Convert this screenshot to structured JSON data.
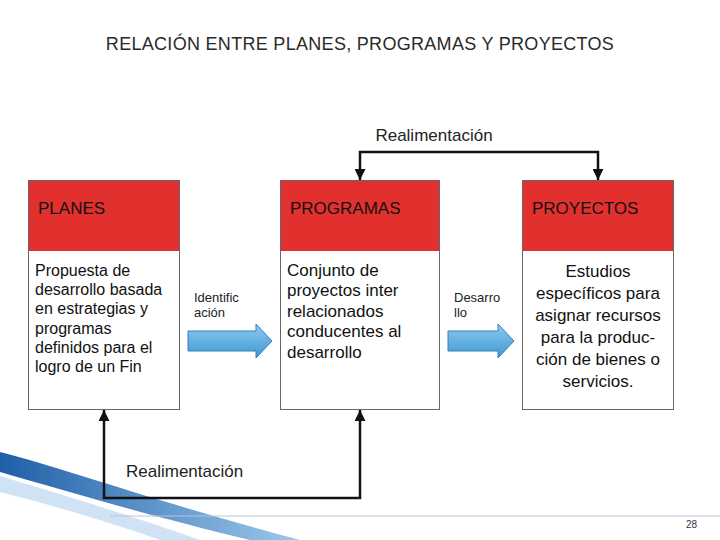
{
  "diagram": {
    "title": "RELACIÓN ENTRE PLANES, PROGRAMAS Y PROYECTOS",
    "nodes": [
      {
        "text": [
          "PLANES",
          "Propuesta de desarrollo basada en estrategias y programas definidos para el logro de un Fin"
        ]
      },
      {
        "text": [
          "PROGRAMAS",
          "Conjunto de proyectos inter relacionados conducentes al desarrollo"
        ]
      },
      {
        "text": [
          "PROYECTOS",
          "Estudios específicos para asignar recursos para la produc- ción de bienes o servicios."
        ]
      }
    ],
    "edges": [
      {
        "from": 1,
        "to": 2,
        "arrow": "both",
        "label": "Realimentación"
      },
      {
        "from": 0,
        "to": 1,
        "arrow": "to",
        "label": "Identific ación"
      },
      {
        "from": 1,
        "to": 2,
        "arrow": "to",
        "label": "Desarro llo"
      },
      {
        "from": 0,
        "to": 1,
        "arrow": "both",
        "label": "Realimentación"
      }
    ],
    "labels": [
      "28"
    ]
  }
}
